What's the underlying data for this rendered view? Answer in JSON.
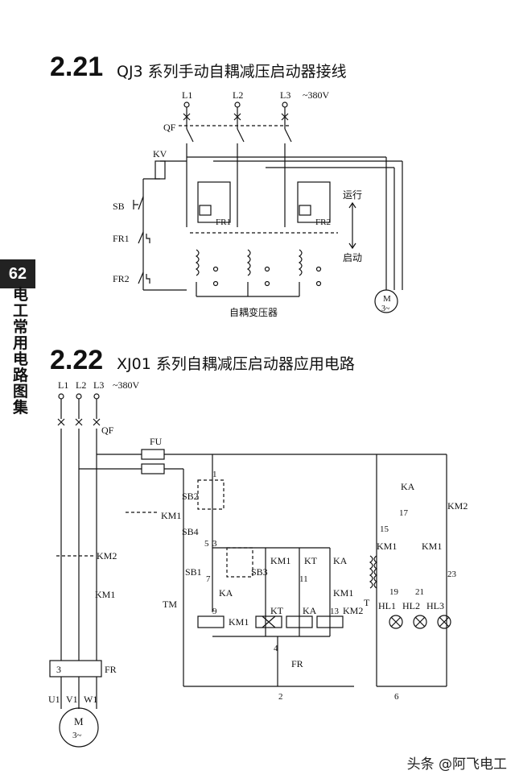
{
  "sidebar": {
    "page_number": "62",
    "book_title": "电工常用电路图集"
  },
  "section1": {
    "number": "2.21",
    "title": "QJ3 系列手动自耦减压启动器接线",
    "labels": {
      "l1": "L1",
      "l2": "L2",
      "l3": "L3",
      "voltage": "~380V",
      "qf": "QF",
      "kv": "KV",
      "sb": "SB",
      "fr1": "FR1",
      "fr2": "FR2",
      "run": "运行",
      "start": "启动",
      "autotransformer": "自耦变压器",
      "motor": "M",
      "motor_phase": "3~"
    }
  },
  "section2": {
    "number": "2.22",
    "title": "XJ01 系列自耦减压启动器应用电路",
    "labels": {
      "l1": "L1",
      "l2": "L2",
      "l3": "L3",
      "voltage": "~380V",
      "qf": "QF",
      "fu": "FU",
      "sb1": "SB1",
      "sb2": "SB2",
      "sb3": "SB3",
      "sb4": "SB4",
      "km1": "KM1",
      "km2": "KM2",
      "ka": "KA",
      "kt": "KT",
      "tm": "TM",
      "t": "T",
      "fr": "FR",
      "hl1": "HL1",
      "hl2": "HL2",
      "hl3": "HL3",
      "u1": "U1",
      "v1": "V1",
      "w1": "W1",
      "motor": "M",
      "motor_phase": "3~",
      "fr_block": "3",
      "n1": "1",
      "n2": "2",
      "n3": "3",
      "n4": "4",
      "n5": "5",
      "n6": "6",
      "n7": "7",
      "n9": "9",
      "n11": "11",
      "n13": "13",
      "n15": "15",
      "n17": "17",
      "n19": "19",
      "n21": "21",
      "n23": "23"
    }
  },
  "footer": {
    "watermark": "头条 @阿飞电工"
  }
}
